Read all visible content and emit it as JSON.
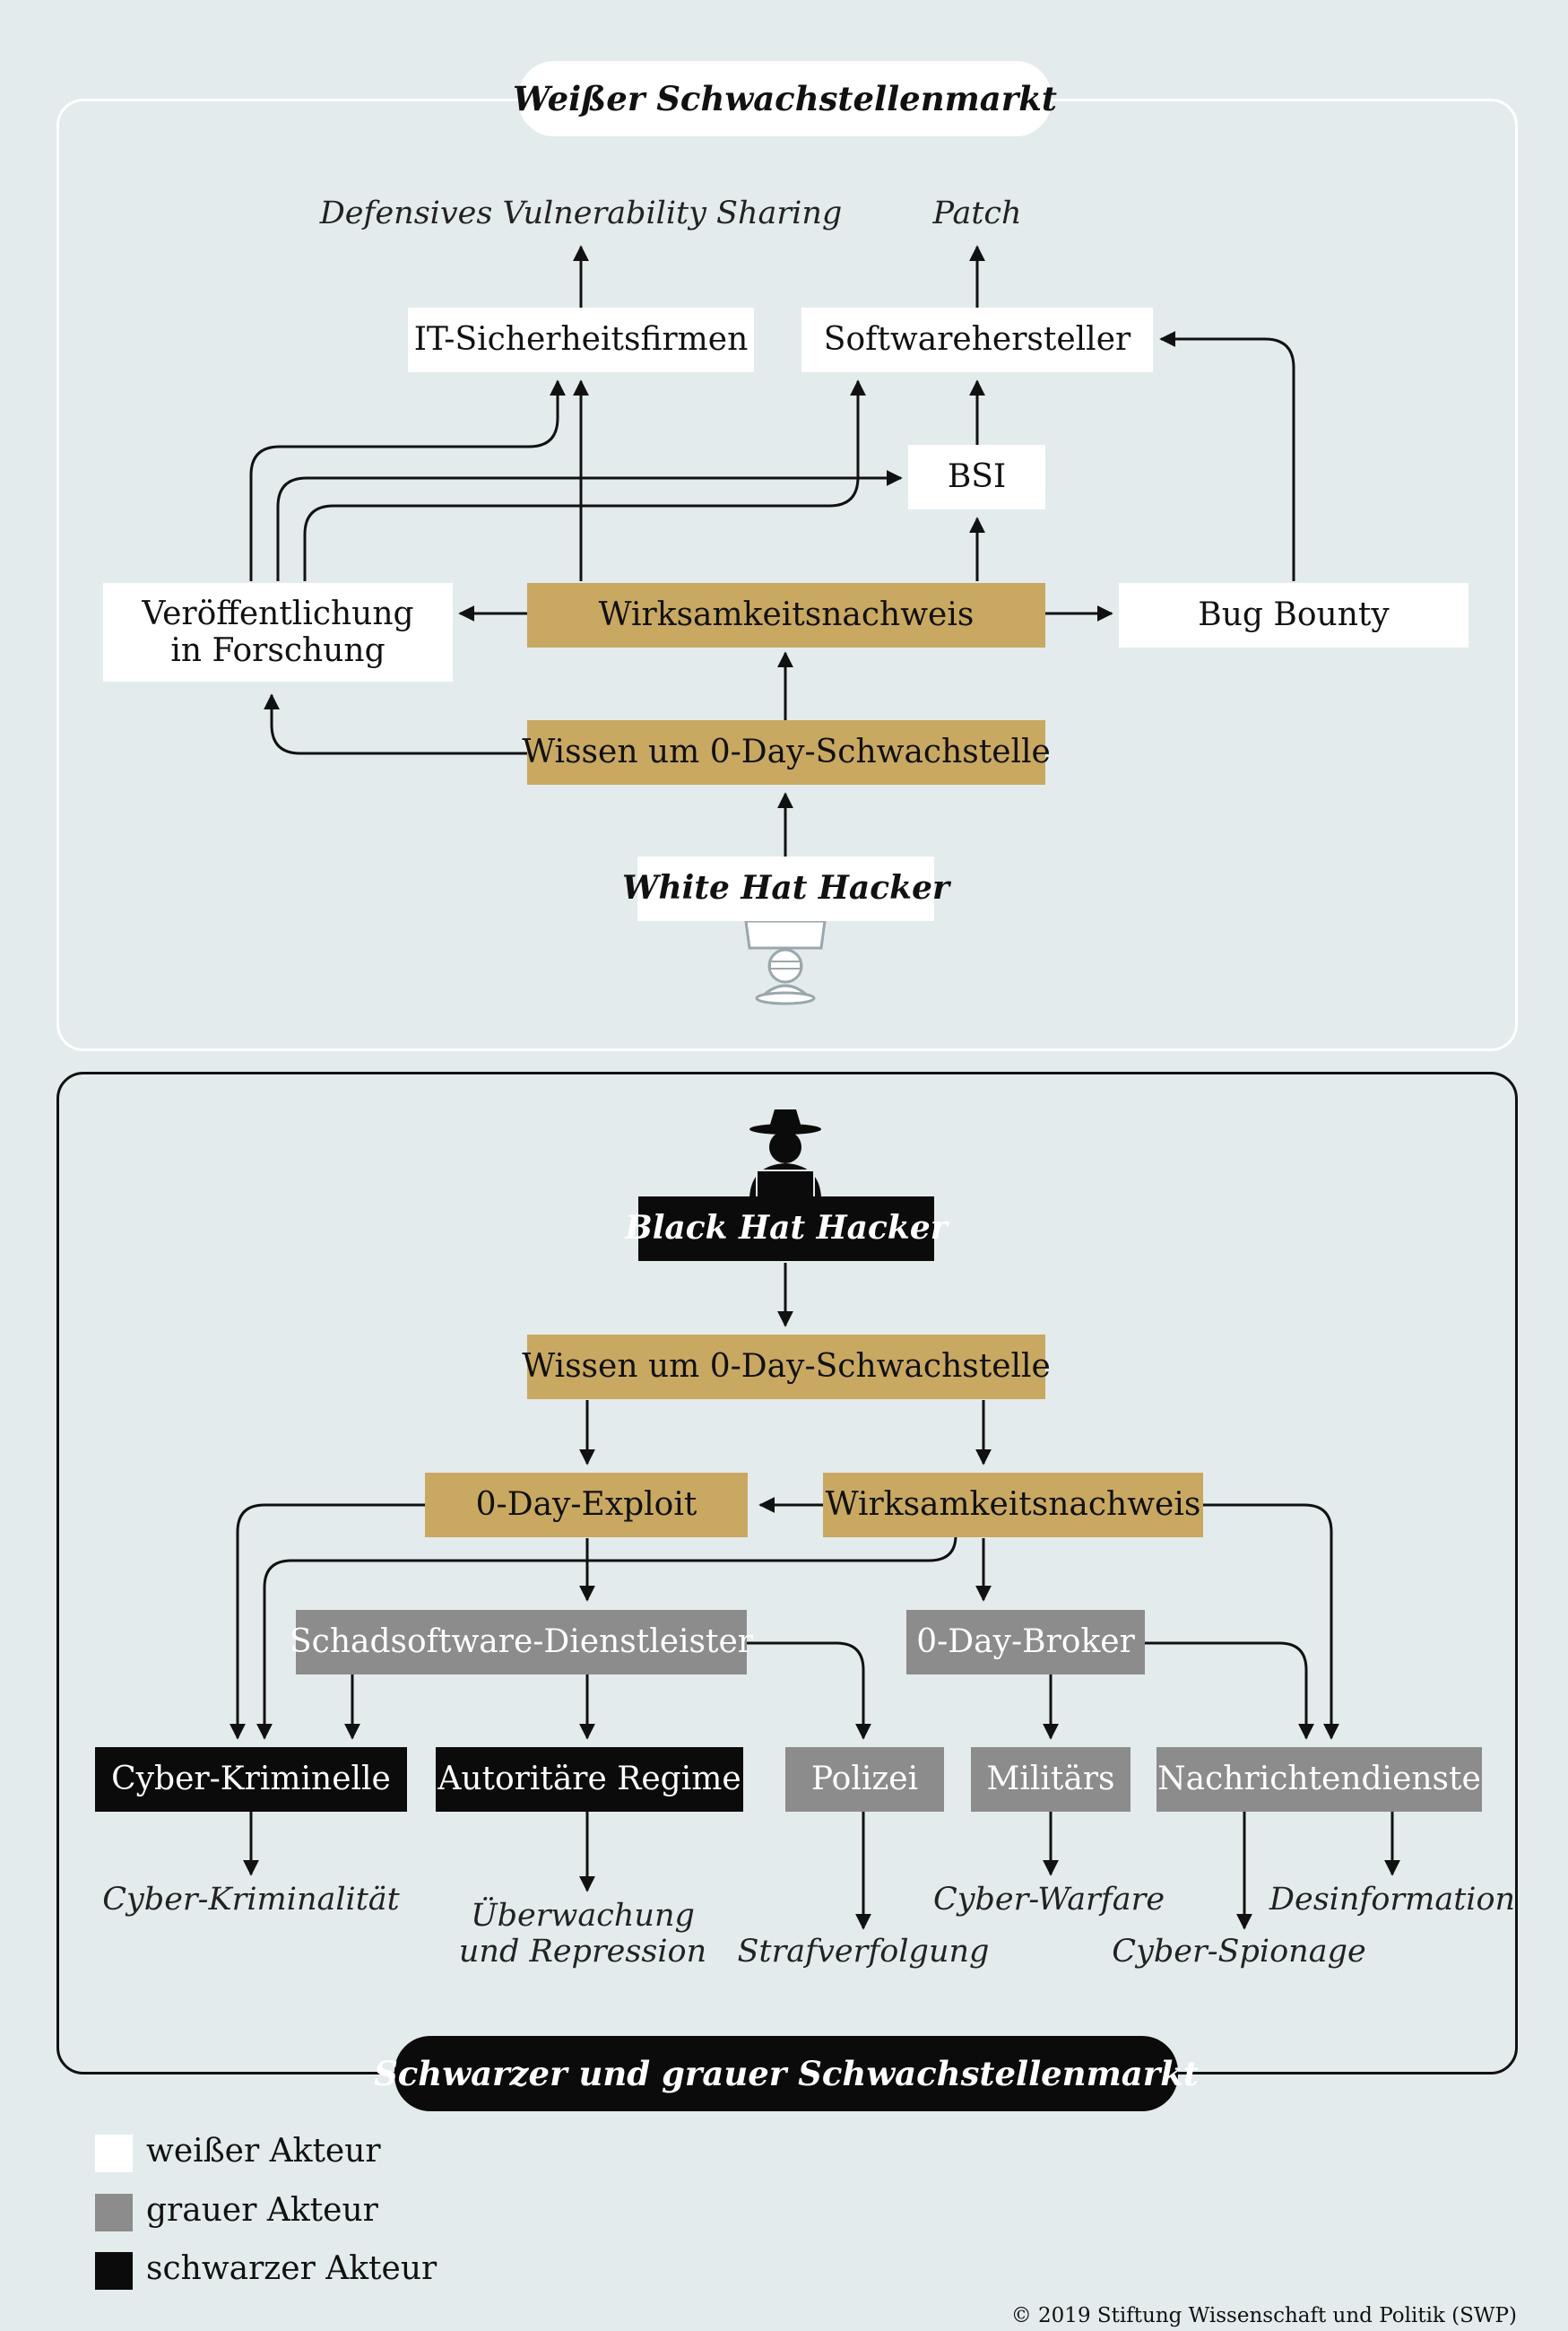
{
  "white_market": {
    "title": "Weißer Schwachstellenmarkt",
    "outcomes": {
      "sharing": "Defensives Vulnerability Sharing",
      "patch": "Patch"
    },
    "nodes": {
      "it_firms": "IT-Sicherheitsfirmen",
      "vendor": "Softwarehersteller",
      "bsi": "BSI",
      "publication": "Veröffentlichung\nin Forschung",
      "proof": "Wirksamkeitsnachweis",
      "bug_bounty": "Bug Bounty",
      "knowledge": "Wissen um 0-Day-Schwachstelle",
      "hacker": "White Hat Hacker"
    }
  },
  "black_market": {
    "title": "Schwarzer und grauer Schwachstellenmarkt",
    "nodes": {
      "hacker": "Black Hat Hacker",
      "knowledge": "Wissen um 0-Day-Schwachstelle",
      "exploit": "0-Day-Exploit",
      "proof": "Wirksamkeitsnachweis",
      "malware_provider": "Schadsoftware-Dienstleister",
      "broker": "0-Day-Broker",
      "criminals": "Cyber-Kriminelle",
      "regimes": "Autoritäre Regime",
      "police": "Polizei",
      "military": "Militärs",
      "intelligence": "Nachrichtendienste"
    },
    "outcomes": {
      "cybercrime": "Cyber-Kriminalität",
      "surveillance": "Überwachung\nund Repression",
      "prosecution": "Strafverfolgung",
      "warfare": "Cyber-Warfare",
      "espionage": "Cyber-Spionage",
      "disinformation": "Desinformation"
    }
  },
  "legend": {
    "white": "weißer Akteur",
    "gray": "grauer Akteur",
    "black": "schwarzer Akteur"
  },
  "colors": {
    "background": "#e3ebed",
    "gold": "#c9a862",
    "gray": "#8c8c8c",
    "black": "#0b0b0b",
    "white": "#ffffff"
  },
  "copyright": "© 2019 Stiftung Wissenschaft und Politik (SWP)"
}
